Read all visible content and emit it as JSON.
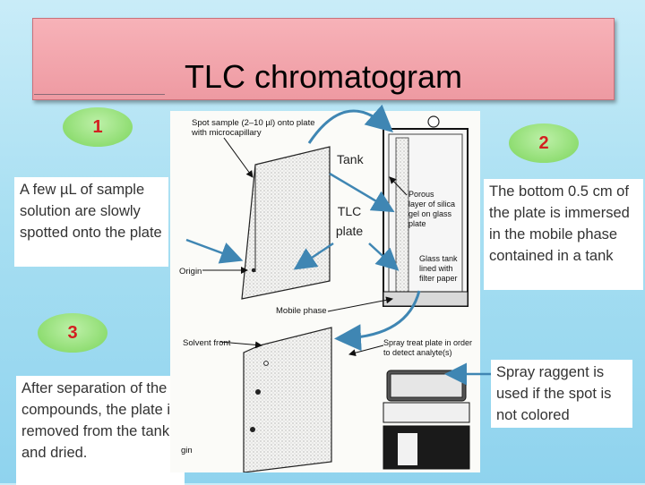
{
  "title": "TLC chromatogram",
  "steps": [
    {
      "number": "1",
      "text": "A few µL of sample solution are slowly spotted onto the plate"
    },
    {
      "number": "2",
      "text": "The bottom 0.5 cm of the plate is immersed in the mobile phase contained in a tank"
    },
    {
      "number": "3",
      "text": "After separation of the compounds, the plate is removed from the tank and dried."
    }
  ],
  "spray_note": "Spray raggent is used if the spot is not colored",
  "labels": {
    "tank": "Tank",
    "tlc_plate": "TLC plate"
  },
  "figure_labels": {
    "spot_sample": [
      "Spot sample (2–10 µl) onto plate",
      "with microcapillary"
    ],
    "origin": "Origin",
    "porous_layer": [
      "Porous",
      "layer of silica",
      "gel on glass",
      "plate"
    ],
    "glass_tank": [
      "Glass tank",
      "lined with",
      "filter paper"
    ],
    "mobile_phase": "Mobile phase",
    "solvent_front": "Solvent front",
    "spray": [
      "Spray treat plate in order",
      "to detect analyte(s)"
    ],
    "origin_bottom": "gin"
  },
  "colors": {
    "number_text": "#d32020",
    "number_bg": "#8fdd72",
    "title_bg": "#f2a6ad",
    "arrow": "#3f86b3"
  }
}
